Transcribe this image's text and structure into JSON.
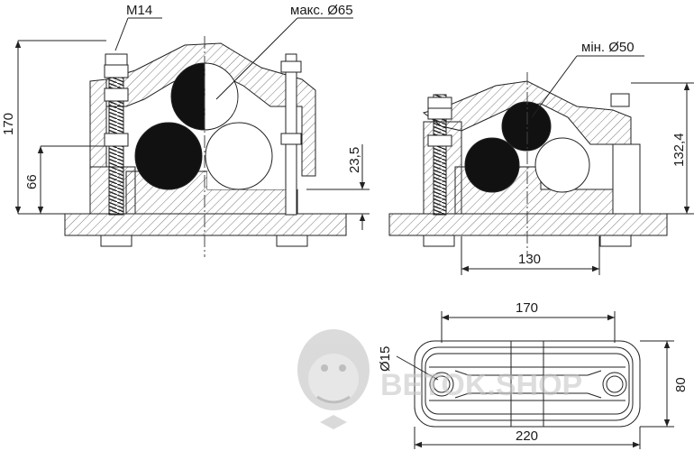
{
  "drawing": {
    "front_view": {
      "label_thread": "M14",
      "label_max_diameter": "макс. Ø65",
      "dim_height_total": "170",
      "dim_height_lower": "66",
      "dim_offset": "23,5"
    },
    "side_view": {
      "label_min_diameter": "мін. Ø50",
      "dim_height": "132,4",
      "dim_bolt_spacing": "130"
    },
    "bottom_view": {
      "dim_hole_spacing": "170",
      "dim_hole_diameter": "Ø15",
      "dim_width": "80",
      "dim_length": "220"
    },
    "watermark": "BETOK.SHOP"
  }
}
